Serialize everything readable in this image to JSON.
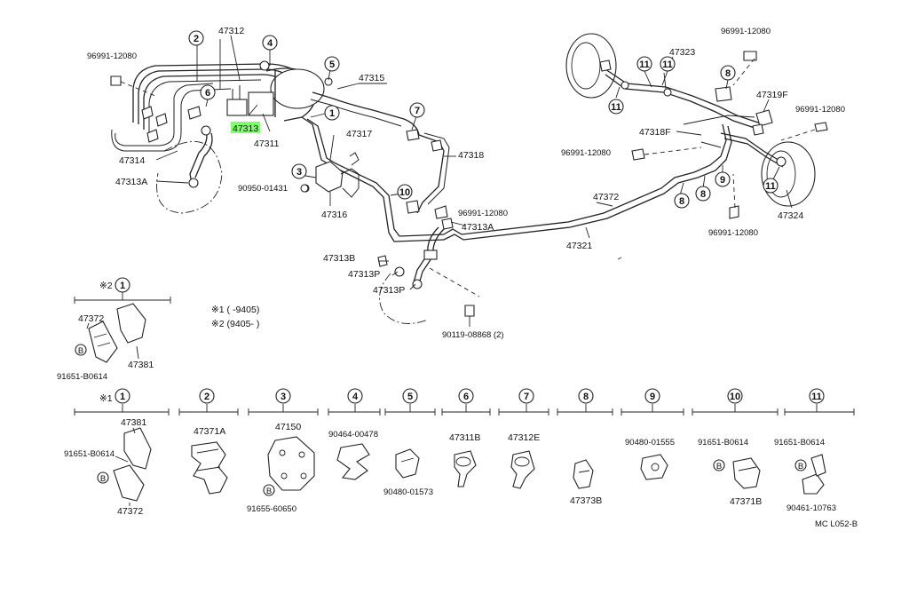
{
  "labels": {
    "p47312": "47312",
    "p96991_tl": "96991-12080",
    "p47315": "47315",
    "p47313": "47313",
    "p47311": "47311",
    "p47314": "47314",
    "p47313A_l": "47313A",
    "p47317": "47317",
    "p47318_l": "47318",
    "p90950": "90950-01431",
    "p47316": "47316",
    "p96991_m": "96991-12080",
    "p47313A_m": "47313A",
    "p47313B": "47313B",
    "p47313P_1": "47313P",
    "p47313P_2": "47313P",
    "p90119": "90119-08868 (2)",
    "p96991_tr": "96991-12080",
    "p47323": "47323",
    "p47319F": "47319F",
    "p96991_r": "96991-12080",
    "p47318F": "47318F",
    "p96991_rm": "96991-12080",
    "p47372_main": "47372",
    "p47321": "47321",
    "p96991_rb": "96991-12080",
    "p47324": "47324",
    "note_2_1_head": "※2",
    "p47372_a": "47372",
    "p47381_a": "47381",
    "p91651_a": "91651-B0614",
    "note1": "※1 (      -9405)",
    "note2": "※2 (9405-       )",
    "row_1_head": "※1",
    "p47381_b": "47381",
    "p91651_b": "91651-B0614",
    "p47372_b": "47372",
    "p47371A": "47371A",
    "p47150": "47150",
    "p91655": "91655-60650",
    "p90464": "90464-00478",
    "p90480_5": "90480-01573",
    "p47311B": "47311B",
    "p47312E": "47312E",
    "p47373B": "47373B",
    "p90480_9": "90480-01555",
    "p91651_10": "91651-B0614",
    "p47371B": "47371B",
    "p91651_11": "91651-B0614",
    "p90461": "90461-10763",
    "code": "MC L052-B",
    "b": "B"
  },
  "callouts": {
    "c1": "1",
    "c2": "2",
    "c3": "3",
    "c4": "4",
    "c5": "5",
    "c6": "6",
    "c7": "7",
    "c8": "8",
    "c9": "9",
    "c10": "10",
    "c11": "11"
  },
  "colors": {
    "highlight": "#7dff6e",
    "line": "#222222"
  }
}
